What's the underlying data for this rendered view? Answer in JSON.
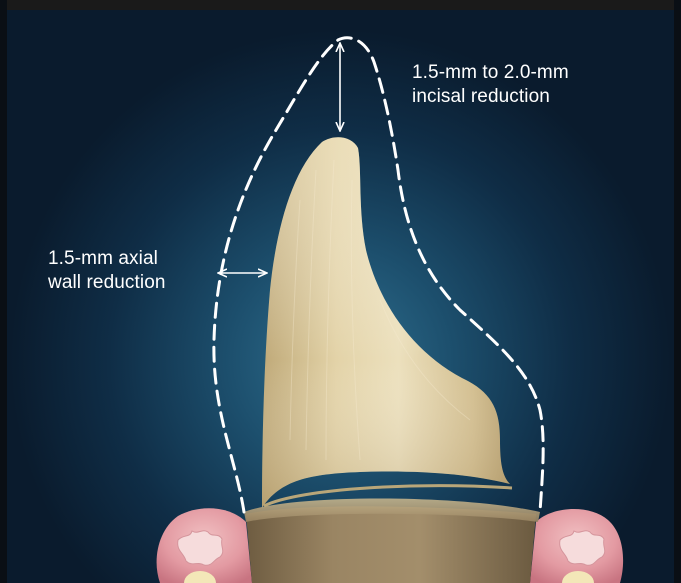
{
  "figure": {
    "subject": "incisal and axial tooth reduction preparation diagram",
    "background_color": "#0b2136",
    "glow_color": "#2f7090",
    "tooth_color": "#d9c89c",
    "root_color": "#8d7a5c",
    "gum_color": "#e7a7ad",
    "outline_color": "#ffffff",
    "outline_style": "dashed"
  },
  "annotations": {
    "incisal": {
      "line1": "1.5-mm to 2.0-mm",
      "line2": "incisal reduction"
    },
    "axial": {
      "line1": "1.5-mm axial",
      "line2": "wall reduction"
    }
  }
}
